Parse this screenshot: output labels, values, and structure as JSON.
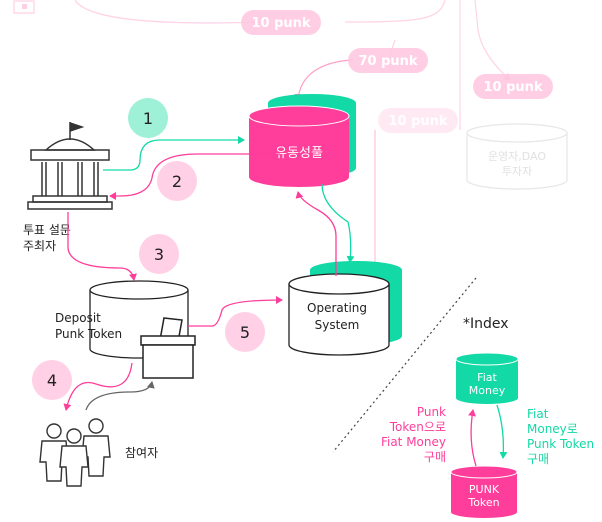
{
  "diagram": {
    "faded_labels": {
      "punk_10_top": "10 punk",
      "punk_70": "70 punk",
      "punk_10_right": "10 punk",
      "punk_10_mid": "10 punk",
      "operator_dao": [
        "운영자,DAO",
        "투자자"
      ]
    },
    "steps": [
      "1",
      "2",
      "3",
      "4",
      "5"
    ],
    "nodes": {
      "liquidity_pool": "유동성풀",
      "operating_system": [
        "Operating",
        "System"
      ],
      "survey_host": [
        "투표 설문",
        "주최자"
      ],
      "deposit": [
        "Deposit",
        "Punk Token"
      ],
      "participants": "참여자"
    },
    "index": {
      "title": "*Index",
      "fiat_money": [
        "Fiat",
        "Money"
      ],
      "punk_token": [
        "PUNK",
        "Token"
      ],
      "buy_with_punk": [
        "Punk",
        "Token으로",
        "Fiat Money",
        "구매"
      ],
      "buy_with_fiat": [
        "Fiat",
        "Money로",
        "Punk Token",
        "구매"
      ]
    },
    "colors": {
      "pink": "#ff3d9a",
      "green": "#12d9a6",
      "step_green_bg": "#9ef0d6",
      "step_pink_bg": "#ffd0e6",
      "faded_pink": "#ffc6df"
    }
  }
}
